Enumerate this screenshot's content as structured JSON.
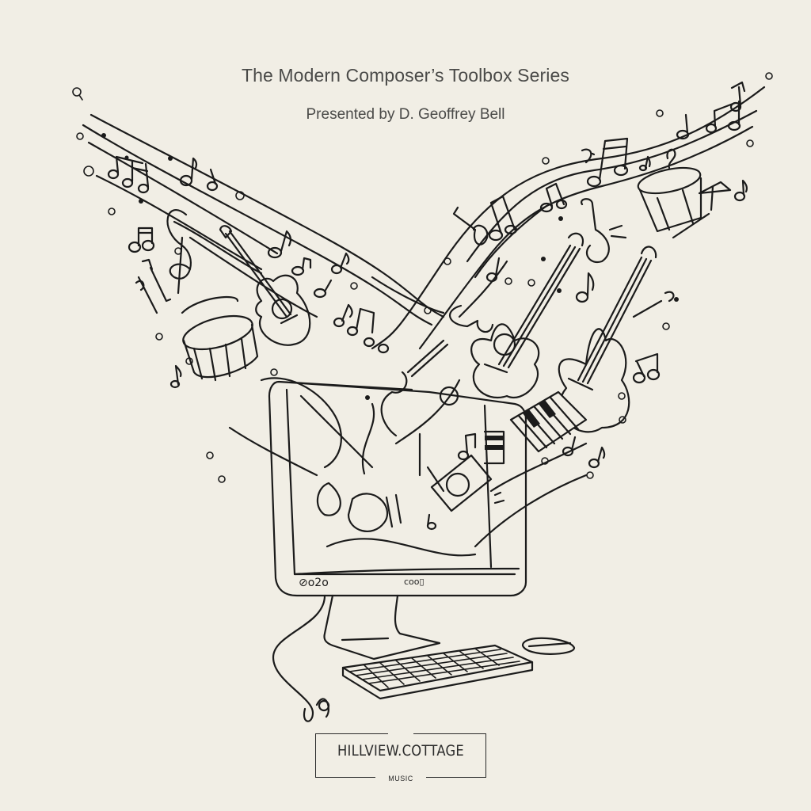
{
  "cover": {
    "title": "The Modern Composer’s Toolbox Series",
    "subtitle": "Presented by D. Geoffrey Bell",
    "illustration": {
      "subject": "computer monitor with musical instruments and notes streaming out in a V shape",
      "elements": [
        "computer-monitor",
        "keyboard",
        "mouse",
        "acoustic-guitar",
        "violin",
        "cello",
        "drum",
        "snare-drum",
        "piano-keys",
        "treble-clef",
        "bass-clef",
        "music-notes",
        "staff-lines",
        "trumpet",
        "speaker"
      ],
      "monitor_bezel_marks": [
        "⊘o2o",
        "coo▯"
      ]
    },
    "logo": {
      "name": "HILLVIEW.COTTAGE",
      "sub": "MUSIC"
    },
    "colors": {
      "background": "#f1eee5",
      "line": "#1b1b1b",
      "text": "#4a4a48"
    }
  }
}
